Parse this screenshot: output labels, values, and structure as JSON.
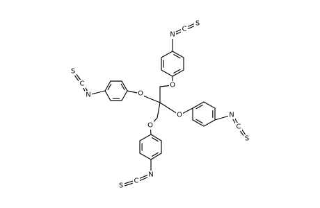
{
  "atom_symbols": {
    "oxygen": "O",
    "nitrogen": "N",
    "carbon": "C",
    "sulfur": "S"
  },
  "molecule": {
    "core": "quaternary-carbon",
    "arms": [
      {
        "id": "top",
        "ether": "O",
        "ring": "para-phenylene",
        "substituent": [
          "N",
          "C",
          "S"
        ]
      },
      {
        "id": "left",
        "ether": "O",
        "ring": "para-phenylene",
        "substituent": [
          "N",
          "C",
          "S"
        ]
      },
      {
        "id": "right",
        "ether": "O",
        "ring": "para-phenylene",
        "substituent": [
          "N",
          "C",
          "S"
        ]
      },
      {
        "id": "bottom",
        "ether": "O",
        "ring": "para-phenylene",
        "substituent": [
          "N",
          "C",
          "S"
        ]
      }
    ]
  }
}
